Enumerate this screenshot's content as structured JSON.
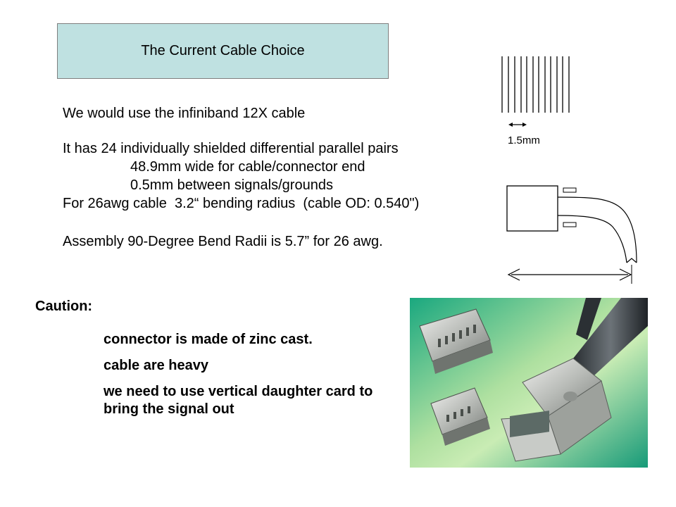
{
  "title": "The Current Cable Choice",
  "body": {
    "line1": "We would use the infiniband 12X cable",
    "line2": "It has 24 individually shielded differential parallel pairs",
    "line3": "48.9mm wide for cable/connector end",
    "line4": "0.5mm between signals/grounds",
    "line5": "For 26awg cable  3.2“ bending radius  (cable OD: 0.540\")",
    "line6": "Assembly 90-Degree Bend Radii is 5.7” for 26 awg."
  },
  "caution": {
    "heading": "Caution:",
    "items": [
      "connector is made of zinc cast.",
      "cable are heavy",
      "we need to use vertical daughter card to bring the signal out"
    ]
  },
  "pin_diagram": {
    "dimension_label": "1.5mm"
  },
  "colors": {
    "title_fill": "#bfe1e1",
    "photo_background": "#1aa87f"
  }
}
